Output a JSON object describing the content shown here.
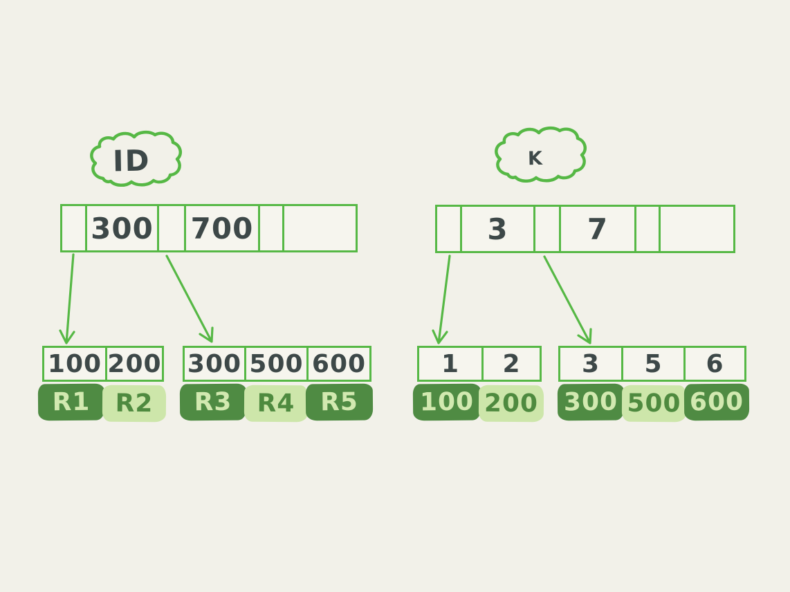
{
  "colors": {
    "background": "#f2f1e9",
    "stroke_green": "#56b845",
    "ink": "#3d4848",
    "record_dark_green": "#4f8b43",
    "record_light_green": "#cde6aa",
    "text_on_dark": "#d2e9b0",
    "text_on_light": "#4e8a3f"
  },
  "diagrams": {
    "left": {
      "label": "ID",
      "root": {
        "keys": [
          "300",
          "700",
          ""
        ]
      },
      "leaves": [
        {
          "keys": [
            "100",
            "200"
          ],
          "records": [
            "R1",
            "R2"
          ]
        },
        {
          "keys": [
            "300",
            "500",
            "600"
          ],
          "records": [
            "R3",
            "R4",
            "R5"
          ]
        }
      ]
    },
    "right": {
      "label": "K",
      "root": {
        "keys": [
          "3",
          "7",
          ""
        ]
      },
      "leaves": [
        {
          "keys": [
            "1",
            "2"
          ],
          "records": [
            "100",
            "200"
          ]
        },
        {
          "keys": [
            "3",
            "5",
            "6"
          ],
          "records": [
            "300",
            "500",
            "600"
          ]
        }
      ]
    }
  }
}
